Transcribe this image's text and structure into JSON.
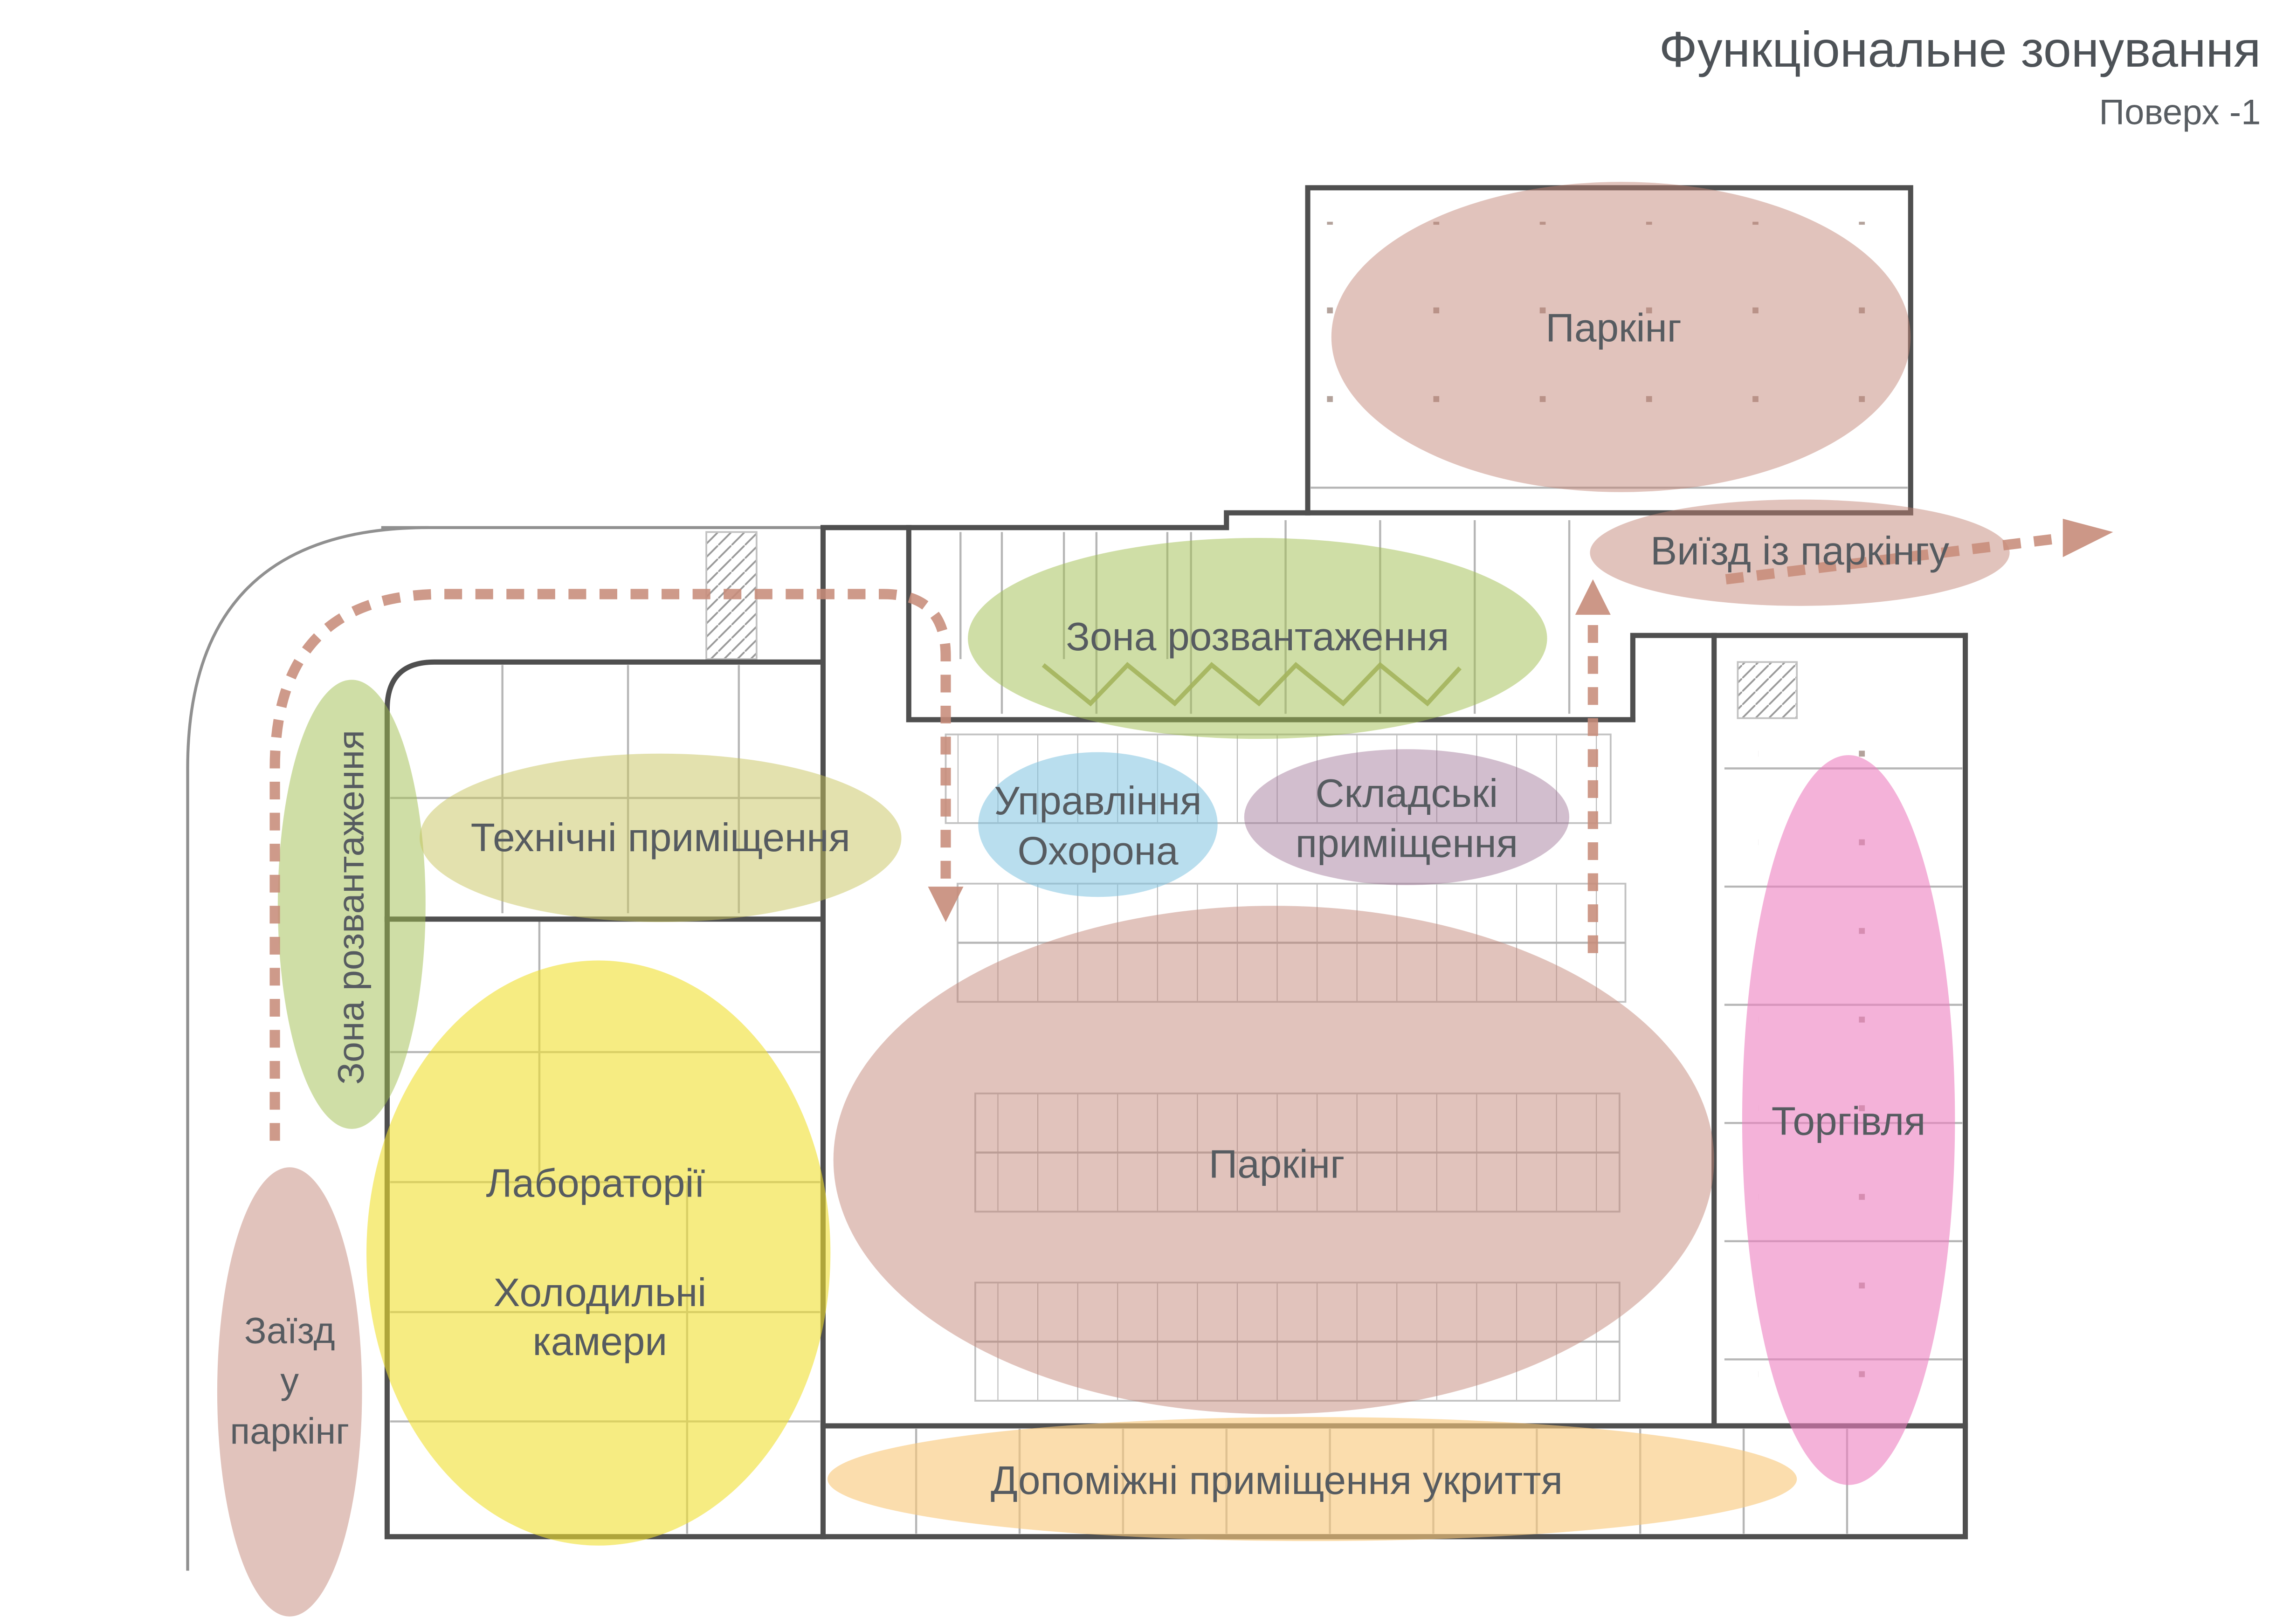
{
  "header": {
    "title": "Функціональне зонування",
    "subtitle": "Поверх -1"
  },
  "zones": {
    "parking_top": {
      "label": "Паркінг",
      "color": "#c08272"
    },
    "exit_from_parking": {
      "label": "Виїзд із паркінгу",
      "color": "#c08272"
    },
    "unloading_top": {
      "label": "Зона розвантаження",
      "color": "#9fbd4e"
    },
    "unloading_left": {
      "label": "Зона розвантаження",
      "color": "#9fbd4e"
    },
    "technical": {
      "label": "Технічні приміщення",
      "color": "#c8c35e"
    },
    "security": {
      "line1": "Управління",
      "line2": "Охорона",
      "color": "#7fc3e0"
    },
    "warehouse": {
      "line1": "Складські",
      "line2": "приміщення",
      "color": "#9c6e92"
    },
    "parking_main": {
      "label": "Паркінг",
      "color": "#c08272"
    },
    "laboratories": {
      "line1": "Лабораторії",
      "line2": "Холодильні",
      "line3": "камери",
      "color": "#f0df2e"
    },
    "trade": {
      "label": "Торгівля",
      "color": "#ec7fc0"
    },
    "shelter_aux": {
      "label": "Допоміжні приміщення укриття",
      "color": "#f8c87a"
    },
    "parking_entry": {
      "line1": "Заїзд",
      "line2": "у",
      "line3": "паркінг",
      "color": "#c08272"
    }
  },
  "route": {
    "color": "#c78c7a"
  }
}
